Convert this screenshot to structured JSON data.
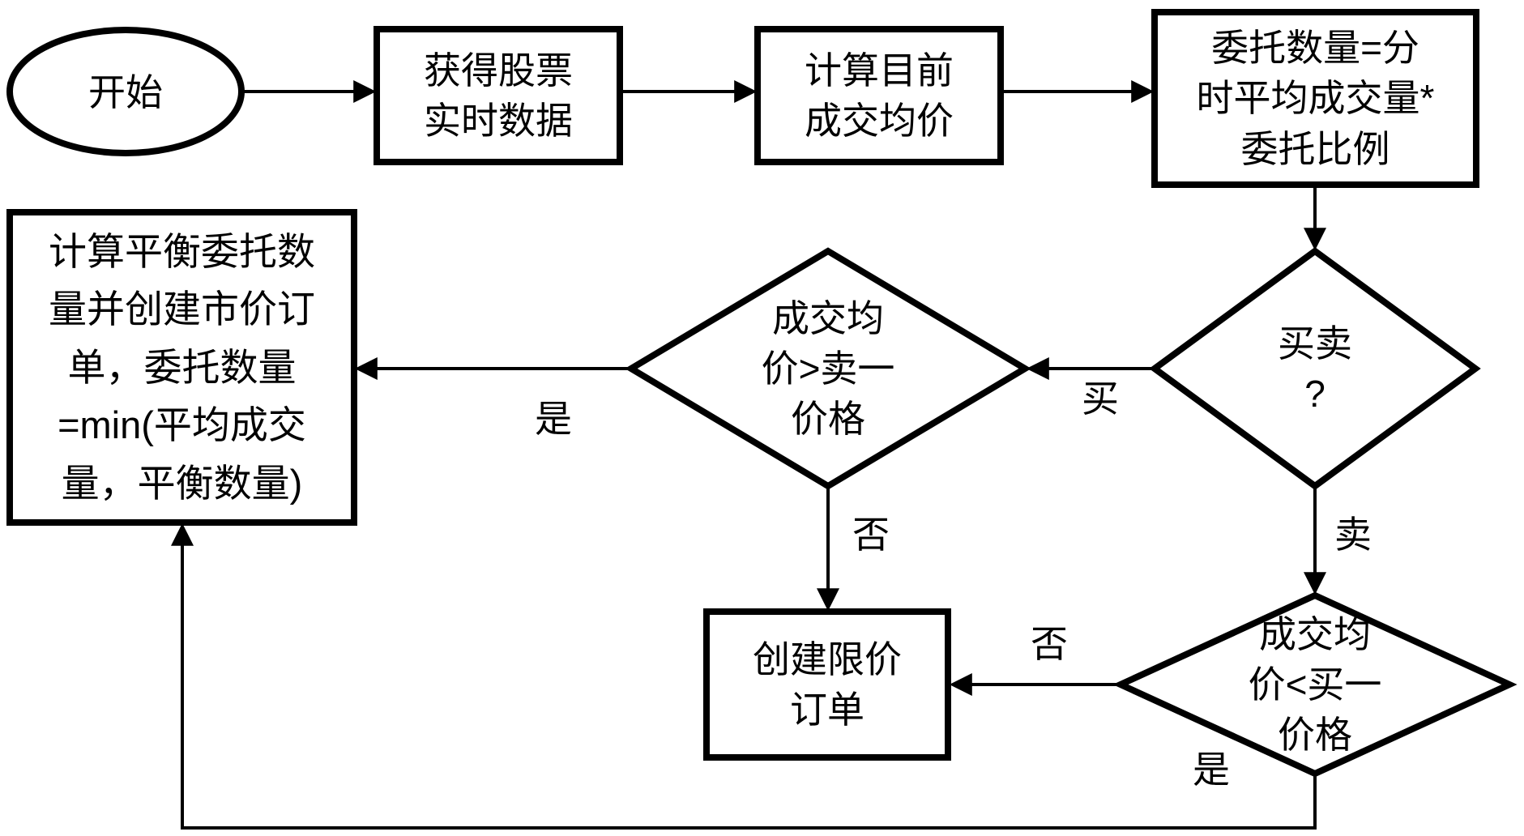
{
  "nodes": {
    "start": {
      "label": "开始"
    },
    "get_realtime_data": {
      "label": "获得股票\n实时数据"
    },
    "calc_avg_price": {
      "label": "计算目前\n成交均价"
    },
    "order_quantity": {
      "label": "委托数量=分\n时平均成交量*\n委托比例"
    },
    "buy_sell_decision": {
      "label": "买卖\n?"
    },
    "avg_gt_ask1_decision": {
      "label": "成交均\n价>卖一\n价格"
    },
    "avg_lt_bid1_decision": {
      "label": "成交均\n价<买一\n价格"
    },
    "create_limit_order": {
      "label": "创建限价\n订单"
    },
    "create_market_order": {
      "label": "计算平衡委托数\n量并创建市价订\n单，委托数量\n=min(平均成交\n量，平衡数量)"
    }
  },
  "edge_labels": {
    "buy": "买",
    "sell": "卖",
    "yes_buy": "是",
    "no_buy": "否",
    "no_sell": "否",
    "yes_sell": "是"
  },
  "colors": {
    "stroke": "#000000",
    "background": "#ffffff"
  }
}
